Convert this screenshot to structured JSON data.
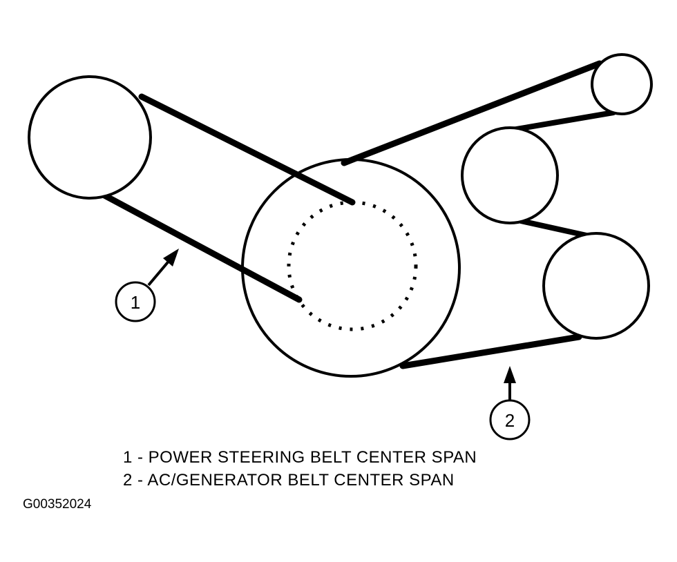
{
  "callouts": [
    {
      "number": "1"
    },
    {
      "number": "2"
    }
  ],
  "legend": [
    "1 - POWER STEERING BELT CENTER SPAN",
    "2 - AC/GENERATOR BELT CENTER SPAN"
  ],
  "figure_id": "G00352024",
  "colors": {
    "line": "#000000",
    "background": "#ffffff"
  }
}
